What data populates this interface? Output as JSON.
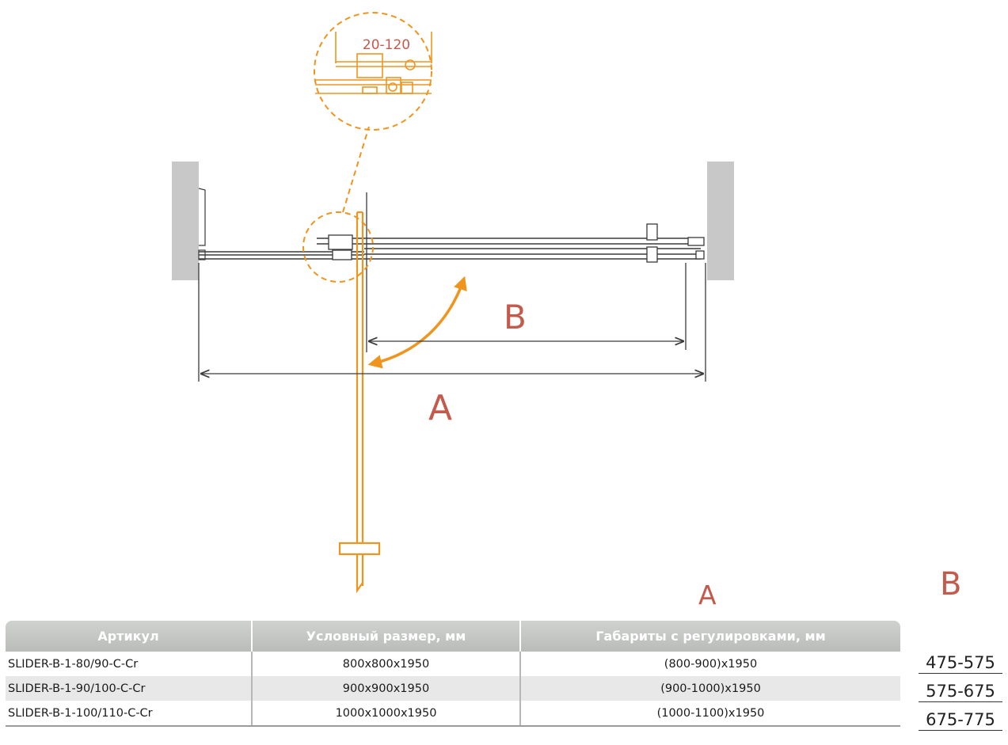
{
  "diagram": {
    "detail_callout_label": "20-120",
    "label_a": "A",
    "label_b": "B",
    "colors": {
      "door_orange": "#f0941d",
      "wall_gray": "#c8c8c8",
      "line_dark": "#3a3a3a",
      "letter_red": "#c45a4b"
    }
  },
  "table": {
    "header_a": "A",
    "header_b": "B",
    "columns": [
      "Артикул",
      "Условный размер, мм",
      "Габариты с регулировками, мм"
    ],
    "rows": [
      {
        "article": "SLIDER-B-1-80/90-C-Cr",
        "nominal": "800x800x1950",
        "range": "(800-900)x1950",
        "b_value": "475-575"
      },
      {
        "article": "SLIDER-B-1-90/100-C-Cr",
        "nominal": "900x900x1950",
        "range": "(900-1000)x1950",
        "b_value": "575-675"
      },
      {
        "article": "SLIDER-B-1-100/110-C-Cr",
        "nominal": "1000x1000x1950",
        "range": "(1000-1100)x1950",
        "b_value": "675-775"
      }
    ]
  }
}
